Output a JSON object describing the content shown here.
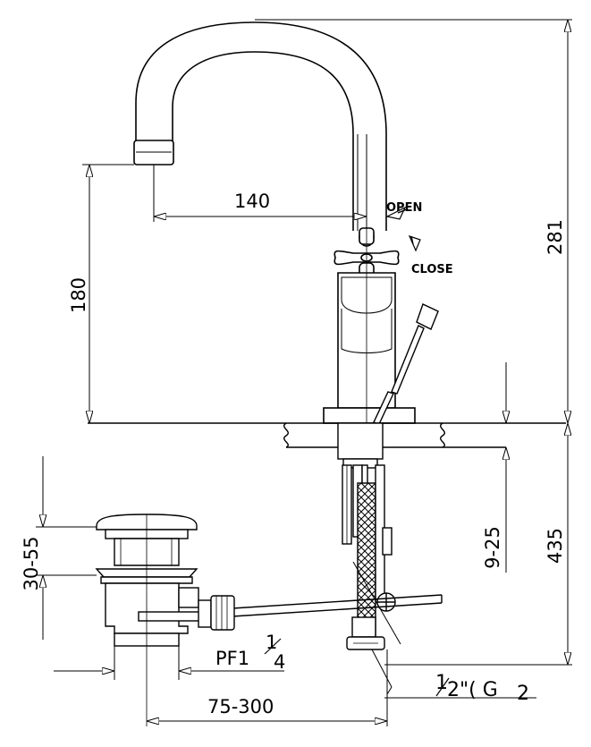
{
  "dimensions": {
    "spout_reach": "140",
    "spout_height": "180",
    "total_height": "281",
    "below_deck": "435",
    "deck_thickness": "9-25",
    "waste_adjust": "30-55",
    "pull_rod_length": "75-300"
  },
  "labels": {
    "open": "OPEN",
    "close": "CLOSE",
    "pf_prefix": "PF1",
    "pf_num": "1",
    "pf_den": "4",
    "thread_prefix": "1",
    "thread_mid": "2\"( G",
    "thread_den": "2"
  }
}
